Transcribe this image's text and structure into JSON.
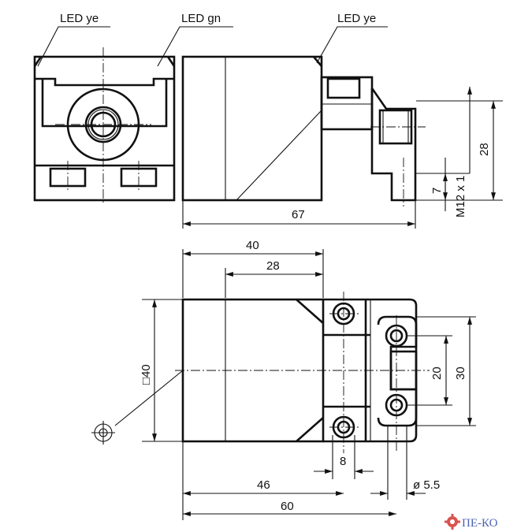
{
  "labels": {
    "led_ye_left": "LED ye",
    "led_gn": "LED gn",
    "led_ye_right": "LED ye"
  },
  "dimensions": {
    "top_length": "67",
    "connector_height": "28",
    "connector_offset": "7",
    "thread": "M12 x 1",
    "body_depth": "40",
    "sensing_depth": "28",
    "square_face": "□40",
    "mount_height": "30",
    "hole_spacing": "20",
    "slot_width": "8",
    "hole_distance": "46",
    "overall_length": "60",
    "hole_diameter": "ø 5.5"
  },
  "logo": {
    "text": "ПЕ-КО",
    "color": "#4a63b0",
    "gear_color": "#d9534f"
  }
}
